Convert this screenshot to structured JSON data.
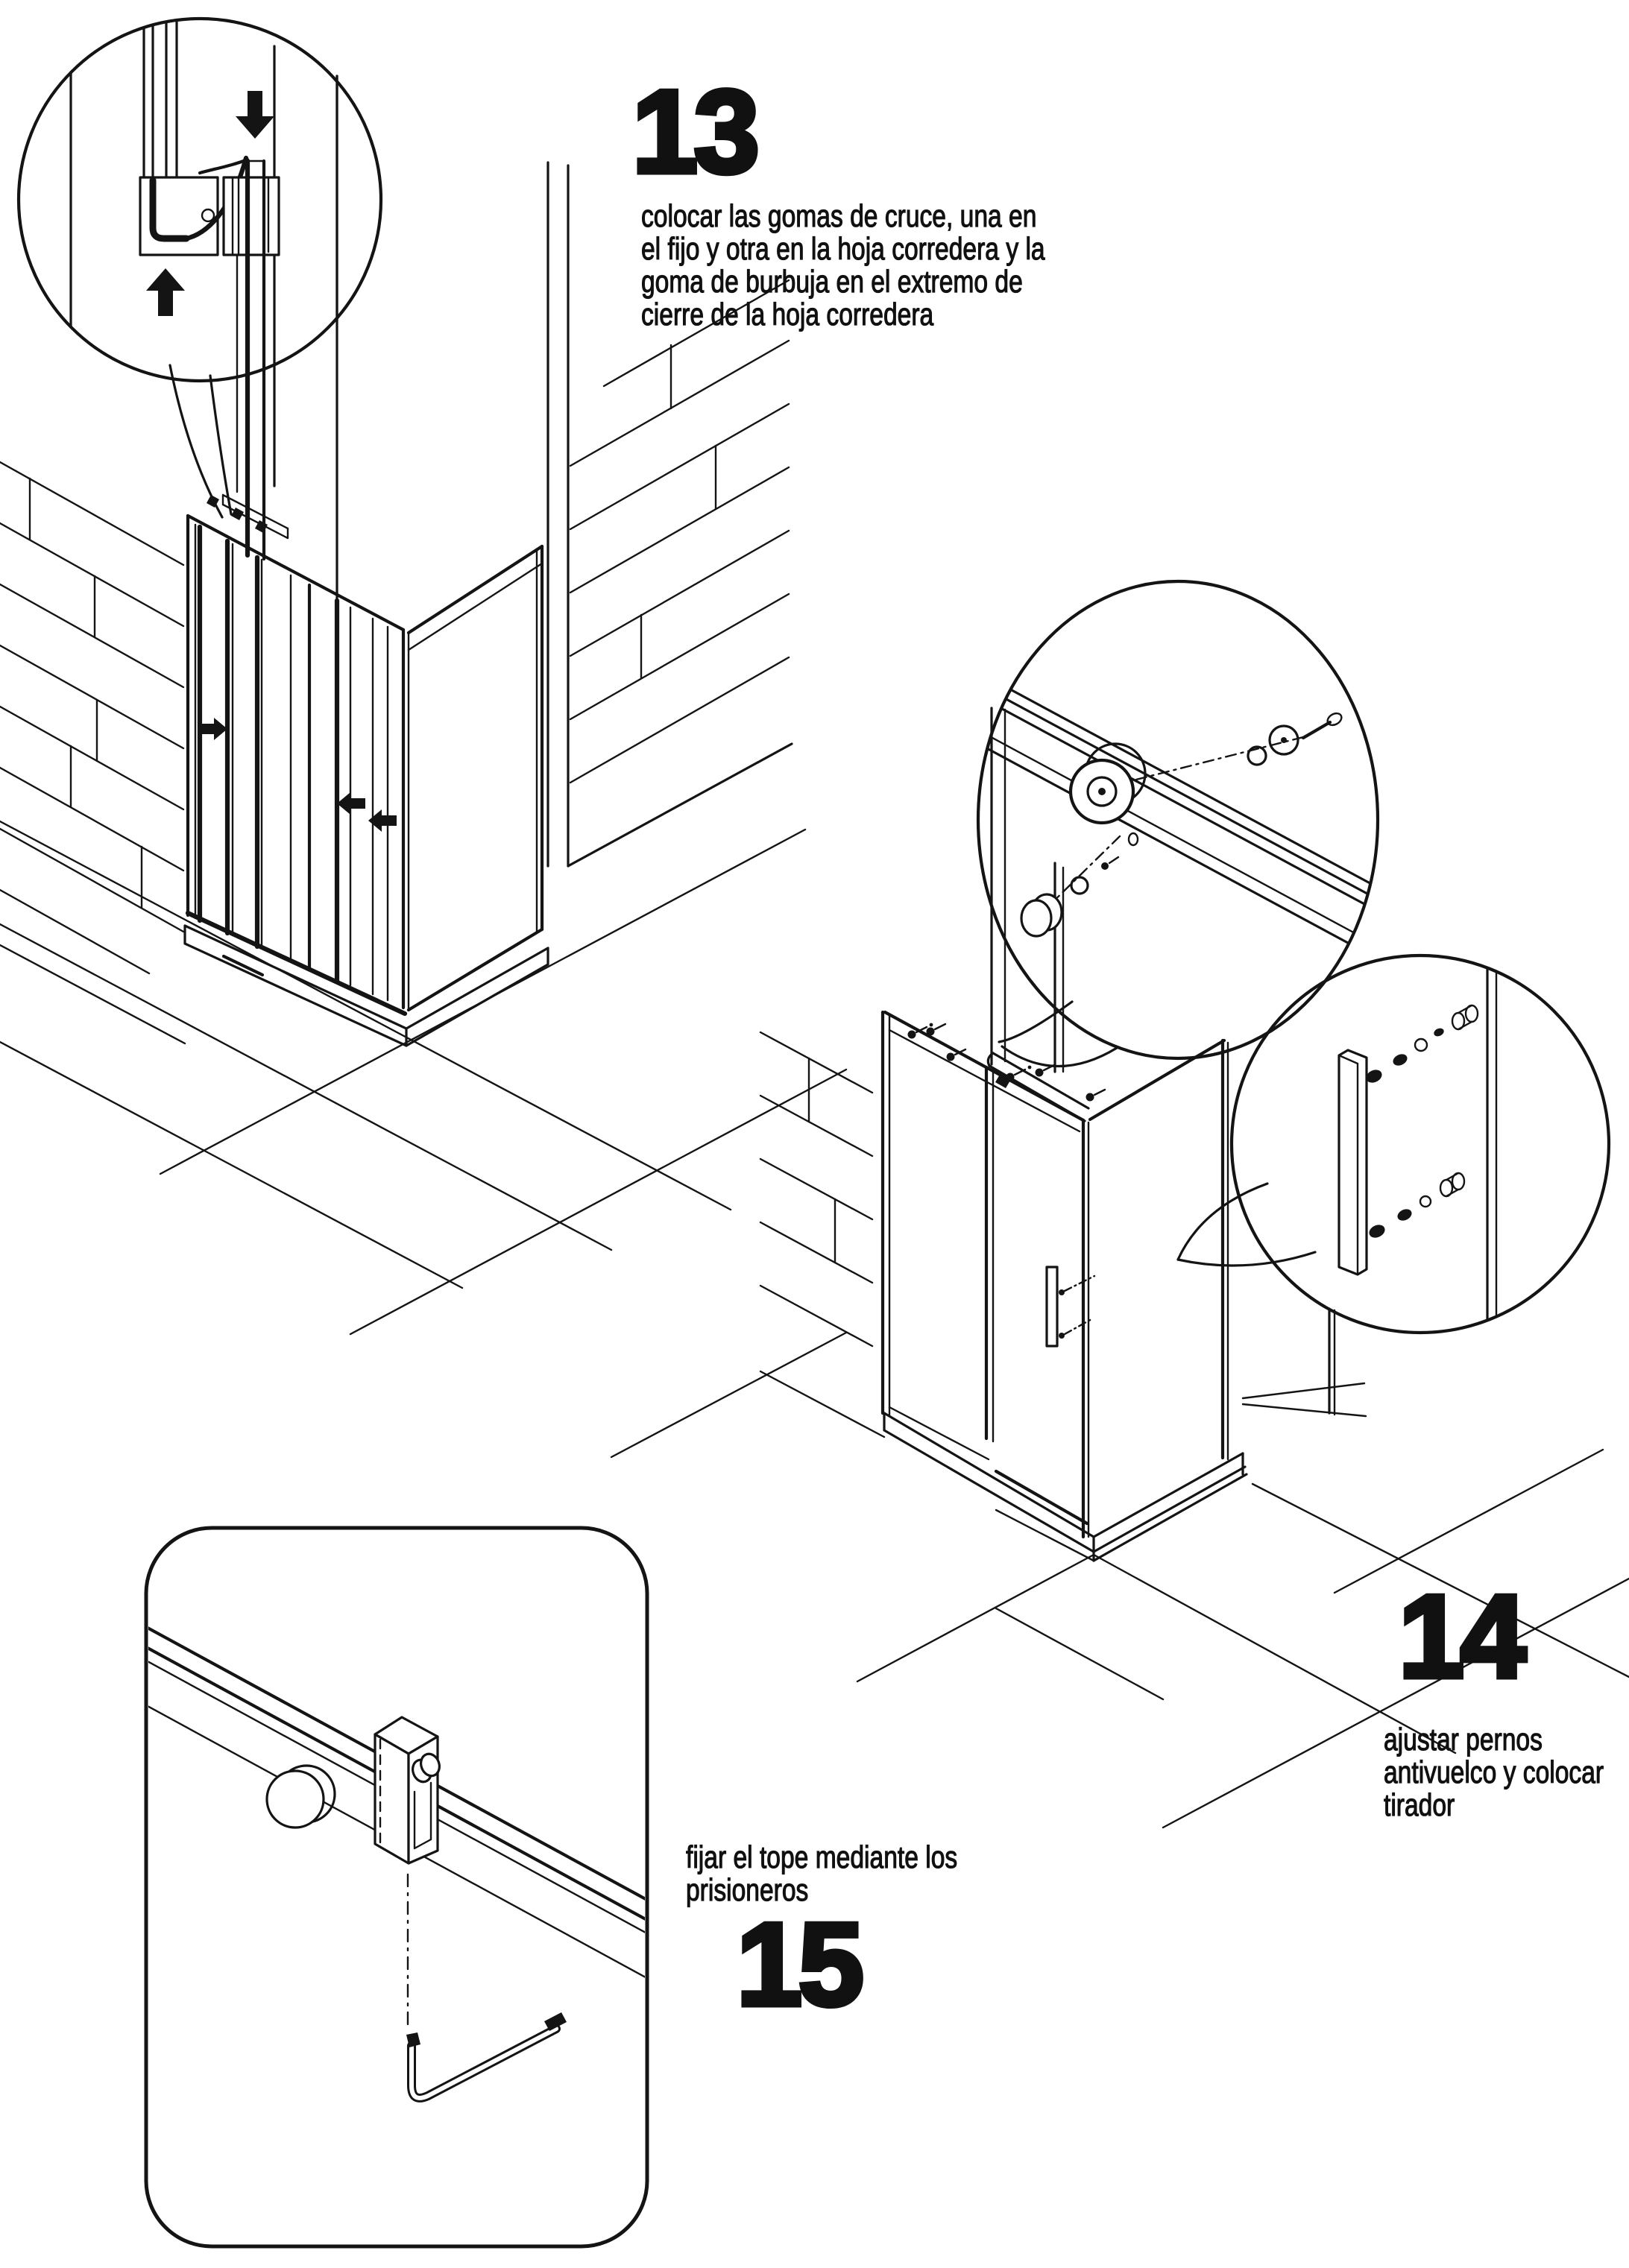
{
  "page": {
    "paper_color": "#ffffff",
    "ink_color": "#141414",
    "language": "es"
  },
  "steps": [
    {
      "number": "13",
      "caption": "colocar las gomas de cruce, una en el fijo y otra en la hoja corredera y la goma de burbuja en el extremo de cierre de la hoja corredera",
      "lines": [
        "colocar las gomas de cruce, una en",
        "el fijo y otra en la hoja corredera y la",
        "goma de burbuja en el extremo de",
        "cierre de la hoja corredera"
      ]
    },
    {
      "number": "14",
      "caption": "ajustar pernos antivuelco y colocar tirador",
      "lines": [
        "ajustar pernos",
        "antivuelco y colocar",
        "tirador"
      ]
    },
    {
      "number": "15",
      "caption": "fijar el tope mediante los prisioneros",
      "lines": [
        "fijar el tope mediante los",
        "prisioneros"
      ]
    }
  ]
}
